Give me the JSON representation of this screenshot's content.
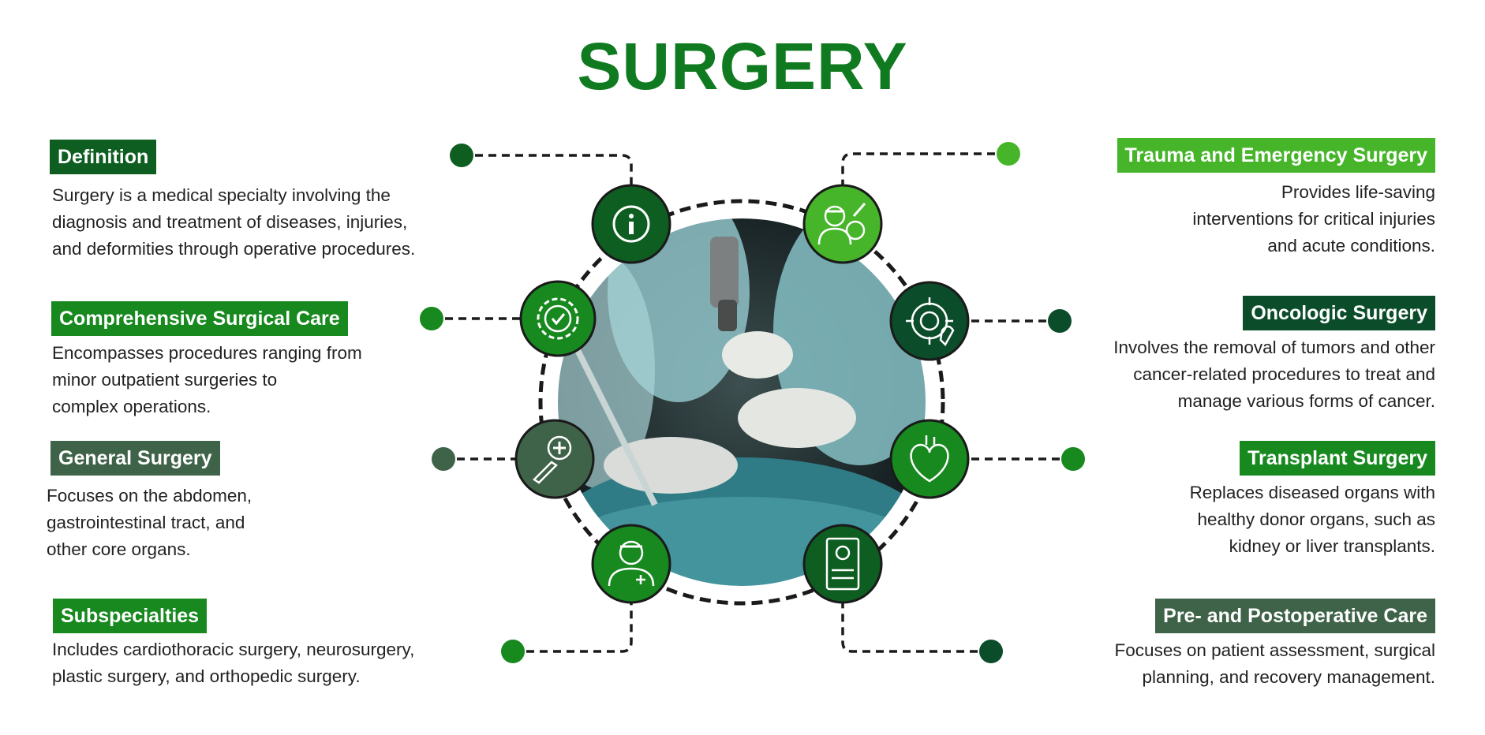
{
  "title": "SURGERY",
  "colors": {
    "title": "#0f7a1f",
    "dark_green": "#0d5e20",
    "green": "#17891f",
    "light_green": "#46b52a",
    "darkest_green": "#0b4d2a",
    "gray_green": "#3f6348"
  },
  "sections": {
    "definition": {
      "heading": "Definition",
      "text": "Surgery is a medical specialty involving the\ndiagnosis and treatment of diseases, injuries,\nand deformities through operative procedures."
    },
    "comprehensive": {
      "heading": "Comprehensive Surgical Care",
      "text": "Encompasses procedures ranging from\nminor outpatient surgeries to\ncomplex operations."
    },
    "general": {
      "heading": "General Surgery",
      "text": "Focuses on the abdomen,\ngastrointestinal tract, and\nother core organs."
    },
    "subspecialties": {
      "heading": "Subspecialties",
      "text": "Includes cardiothoracic surgery, neurosurgery,\nplastic surgery, and orthopedic surgery."
    },
    "trauma": {
      "heading": "Trauma and Emergency Surgery",
      "text": "Provides life-saving\ninterventions for critical injuries\nand acute conditions."
    },
    "oncologic": {
      "heading": "Oncologic Surgery",
      "text": "Involves the removal of tumors and other\ncancer-related procedures to treat and\nmanage various forms of cancer."
    },
    "transplant": {
      "heading": "Transplant Surgery",
      "text": "Replaces diseased organs with\nhealthy donor organs, such as\nkidney or liver transplants."
    },
    "preop": {
      "heading": "Pre- and Postoperative Care",
      "text": "Focuses on patient assessment, surgical\nplanning, and recovery management."
    }
  },
  "icons": {
    "definition": "info-icon",
    "comprehensive": "gear-check-icon",
    "general": "scalpel-cross-icon",
    "subspecialties": "doctor-icon",
    "trauma": "surgeon-brain-icon",
    "oncologic": "target-ribbon-icon",
    "transplant": "heart-icon",
    "preop": "patient-bed-icon"
  },
  "center_image": "surgery-photo"
}
